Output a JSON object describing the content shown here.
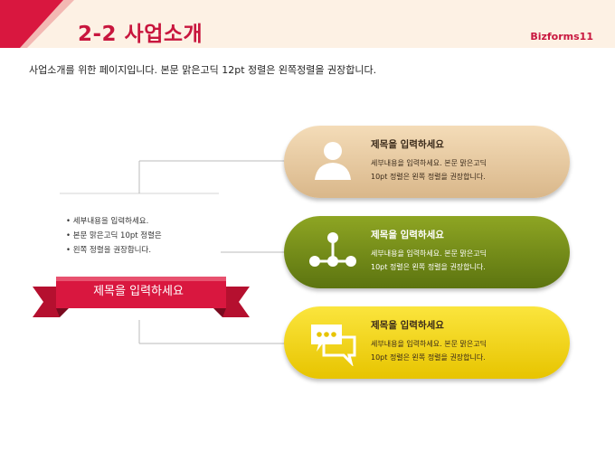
{
  "header": {
    "title": "2-2 사업소개",
    "brand": "Bizforms11"
  },
  "intro": "사업소개를 위한 페이지입니다. 본문 맑은고딕 12pt 정렬은 왼쪽정렬을 권장합니다.",
  "left_panel": {
    "bullets": [
      "세부내용을 입력하세요.",
      "본문 맑은고딕 10pt 정렬은",
      "왼쪽 정렬을 권장합니다."
    ],
    "ribbon_label": "제목을 입력하세요"
  },
  "items": [
    {
      "title": "제목을 입력하세요",
      "desc_line1": "세부내용을 입력하세요. 본문 맑은고딕",
      "desc_line2": "10pt 정렬은 왼쪽 정렬을 권장합니다.",
      "icon": "person-icon"
    },
    {
      "title": "제목을 입력하세요",
      "desc_line1": "세부내용을 입력하세요. 본문 맑은고딕",
      "desc_line2": "10pt 정렬은 왼쪽 정렬을 권장합니다.",
      "icon": "network-icon"
    },
    {
      "title": "제목을 입력하세요",
      "desc_line1": "세부내용을 입력하세요. 본문 맑은고딕",
      "desc_line2": "10pt 정렬은 왼쪽 정렬을 권장합니다.",
      "icon": "chat-bubbles-icon"
    }
  ],
  "colors": {
    "accent": "#c8163e",
    "header_bg": "#fdf1e4",
    "tan": "#d9b78a",
    "green": "#6a8216",
    "yellow": "#f2d100"
  }
}
